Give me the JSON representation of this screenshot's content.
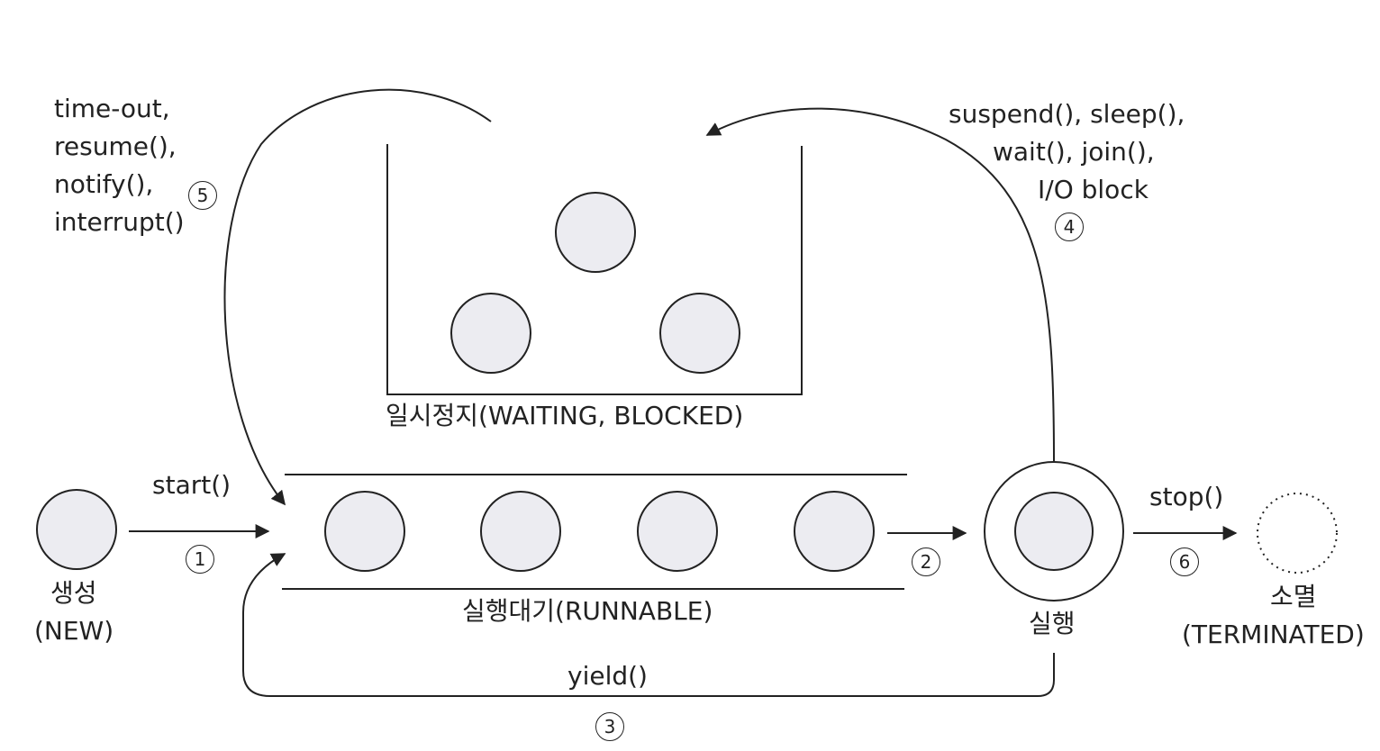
{
  "labels": {
    "new_ko": "생성",
    "new_en": "(NEW)",
    "running_ko": "실행",
    "terminated_ko": "소멸",
    "terminated_en": "(TERMINATED)",
    "runnable": "실행대기(RUNNABLE)",
    "waiting": "일시정지(WAITING, BLOCKED)"
  },
  "transitions": {
    "start": {
      "label": "start()",
      "num": "1"
    },
    "dispatch": {
      "num": "2"
    },
    "yield": {
      "label": "yield()",
      "num": "3"
    },
    "block": {
      "lines": [
        "suspend(), sleep(),",
        "wait(), join(),",
        "I/O block"
      ],
      "num": "4"
    },
    "wake": {
      "lines": [
        "time-out,",
        "resume(),",
        "notify(),",
        "interrupt()"
      ],
      "num": "5"
    },
    "stop": {
      "label": "stop()",
      "num": "6"
    }
  },
  "colors": {
    "ink": "#222222",
    "thread_fill": "#ececf1",
    "background": "#ffffff"
  }
}
